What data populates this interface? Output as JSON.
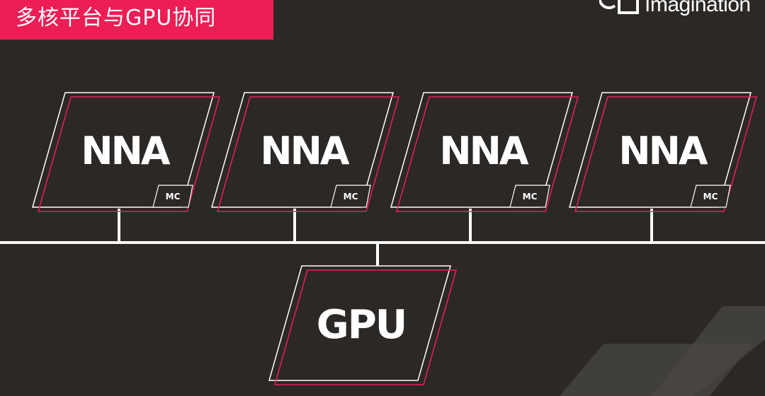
{
  "slide": {
    "title": "多核平台与GPU协同",
    "logo_text": "Imagination"
  },
  "colors": {
    "background": "#2b2826",
    "accent": "#ec1e55",
    "line": "#ffffff",
    "decor": "#4a4744"
  },
  "diagram": {
    "cores": [
      {
        "label": "NNA",
        "badge": "MC"
      },
      {
        "label": "NNA",
        "badge": "MC"
      },
      {
        "label": "NNA",
        "badge": "MC"
      },
      {
        "label": "NNA",
        "badge": "MC"
      }
    ],
    "gpu": {
      "label": "GPU"
    }
  }
}
